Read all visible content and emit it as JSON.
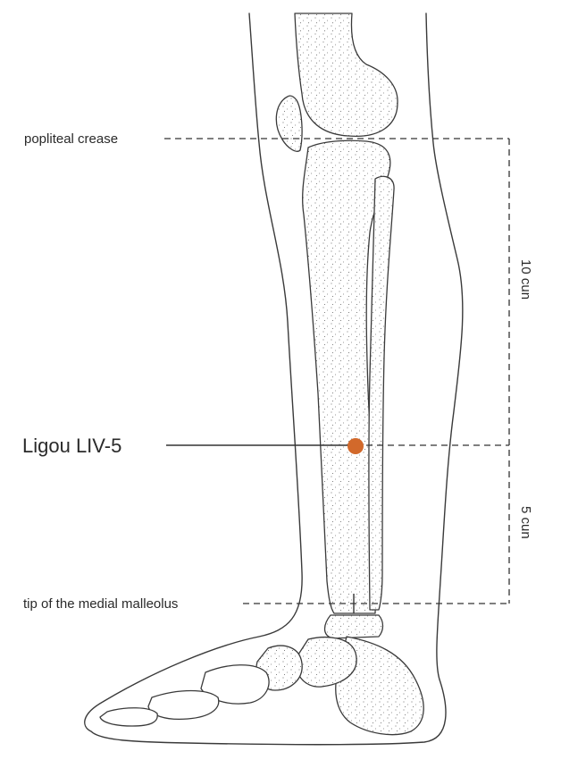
{
  "labels": {
    "popliteal": "popliteal crease",
    "malleolus": "tip of the medial malleolus",
    "point": "Ligou LIV-5",
    "upper_measure": "10 cun",
    "lower_measure": "5 cun"
  },
  "colors": {
    "point_marker": "#d2692b",
    "line": "#333333",
    "text": "#2a2a2a"
  }
}
